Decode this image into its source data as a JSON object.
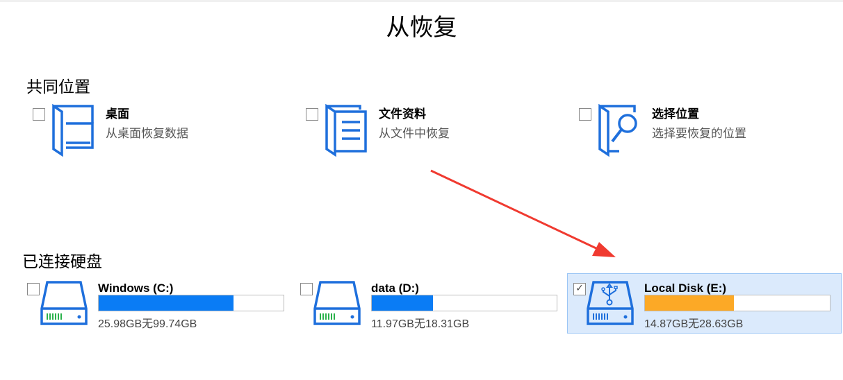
{
  "title": "从恢复",
  "common_locations": {
    "heading": "共同位置",
    "items": [
      {
        "name": "桌面",
        "desc": "从桌面恢复数据",
        "checked": false,
        "icon": "desktop-folder-icon"
      },
      {
        "name": "文件资料",
        "desc": "从文件中恢复",
        "checked": false,
        "icon": "documents-icon"
      },
      {
        "name": "选择位置",
        "desc": "选择要恢复的位置",
        "checked": false,
        "icon": "folder-search-icon"
      }
    ]
  },
  "drives": {
    "heading": "已连接硬盘",
    "items": [
      {
        "name": "Windows (C:)",
        "size": "25.98GB无99.74GB",
        "used_fraction": 0.73,
        "color": "#0a7cf5",
        "checked": false,
        "icon": "hard-drive-icon"
      },
      {
        "name": "data (D:)",
        "size": "11.97GB无18.31GB",
        "used_fraction": 0.33,
        "color": "#0a7cf5",
        "checked": true,
        "icon": "hard-drive-icon"
      },
      {
        "name": "Local Disk (E:)",
        "size": "14.87GB无28.63GB",
        "used_fraction": 0.48,
        "color": "#fca926",
        "checked": true,
        "icon": "usb-drive-icon"
      }
    ]
  },
  "check_mark": "✓"
}
